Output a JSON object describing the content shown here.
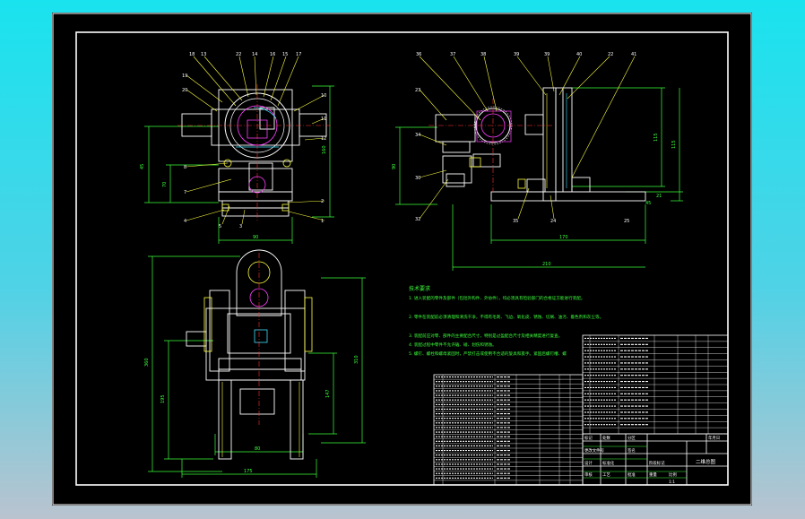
{
  "colors": {
    "background_top": "#19e3ee",
    "background_bottom": "#b9c3cf",
    "sheet": "#000000",
    "frame": "#ffffff",
    "part_lines": "#ffffff",
    "leaders": "#ffff40",
    "dimensions": "#3cff3c",
    "center_lines": "#ff3030",
    "detail_magenta": "#ff40ff",
    "detail_cyan": "#40e0ff"
  },
  "views": {
    "front_view": {
      "balloons_top": [
        "18",
        "13",
        "22",
        "14",
        "16",
        "15",
        "17"
      ],
      "balloons_side_left": [
        "19",
        "20",
        "8",
        "7",
        "4"
      ],
      "balloons_side_right": [
        "10",
        "11",
        "12"
      ],
      "balloons_bottom": [
        "5",
        "3",
        "2",
        "1"
      ],
      "dimensions": [
        "45",
        "70",
        "160",
        "90"
      ]
    },
    "side_view": {
      "balloons_top": [
        "36",
        "37",
        "38",
        "39",
        "39",
        "40",
        "41"
      ],
      "balloons_left": [
        "23",
        "34",
        "30",
        "32"
      ],
      "balloons_bottom": [
        "35",
        "24",
        "25",
        "22"
      ],
      "dimensions": [
        "90",
        "170",
        "210",
        "115",
        "115",
        "21",
        "45"
      ]
    },
    "top_view": {
      "dimensions": [
        "360",
        "310",
        "195",
        "147",
        "80",
        "175"
      ]
    }
  },
  "notes": {
    "title": "技术要求",
    "lines": [
      "1. 进入装配的零件及部件（包括外购件、外协件），均必须具有检验部门的合格证方能进行装配。",
      "2. 零件在装配前必须清理和清洗干净，不得有毛刺、飞边、氧化皮、锈蚀、切屑、油污、着色剂和灰尘等。",
      "3. 装配前应对零、部件的主要配合尺寸，特别是过盈配合尺寸及相关精度进行复查。",
      "4. 装配过程中零件不允许磕、碰、划伤和锈蚀。",
      "5. 螺钉、螺栓和螺母紧固时，严禁打击或使用不合适的旋具和扳手。紧固后螺钉槽、螺"
    ]
  },
  "title_block": {
    "drawing_name": "二维总图",
    "header_cells": [
      "标记",
      "处数",
      "分区",
      "更改文件号",
      "签名",
      "年月日"
    ],
    "sign_cells": [
      "设计",
      "标准化",
      "审核",
      "工艺",
      "批准"
    ],
    "scale_cells": [
      "阶段标记",
      "重量",
      "比例",
      "1:1"
    ]
  }
}
